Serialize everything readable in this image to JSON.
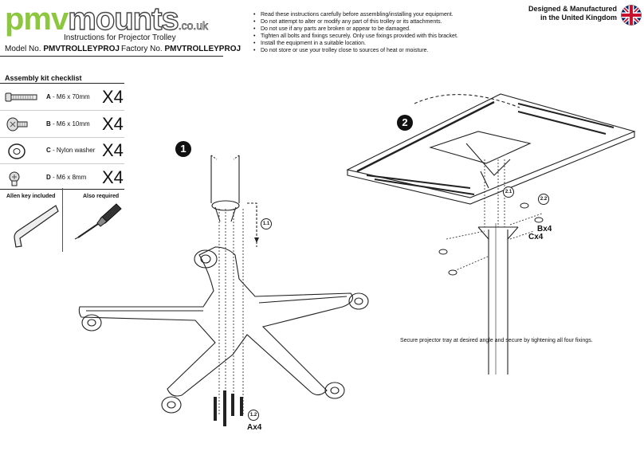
{
  "header": {
    "logo": {
      "pmv": "pmv",
      "mounts": "mounts",
      "tld": ".co.uk"
    },
    "subtitle": "Instructions for Projector Trolley",
    "model_label": "Model No.",
    "model_value": "PMVTROLLEYPROJ",
    "factory_label": "Factory No.",
    "factory_value": "PMVTROLLEYPROJ",
    "made_line1": "Designed & Manufactured",
    "made_line2": "in the United Kingdom",
    "flag_icon": "union-jack-flag-icon"
  },
  "notes": [
    "Read these instructions carefully before assembling/installing your equipment.",
    "Do not attempt to alter or modify any part of this trolley or its attachments.",
    "Do not use if any parts are broken or appear to be damaged.",
    "Tighten all bolts and fixings securely. Only use fixings provided with this bracket.",
    "Install the equipment in a suitable location.",
    "Do not store or use your trolley close to sources of heat or moisture."
  ],
  "kit": {
    "title": "Assembly kit checklist",
    "items": [
      {
        "code": "A",
        "desc": " - M6 x 70mm",
        "qty": "X4",
        "icon": "long-bolt-icon"
      },
      {
        "code": "B",
        "desc": " - M6 x 10mm",
        "qty": "X4",
        "icon": "short-bolt-icon"
      },
      {
        "code": "C",
        "desc": " - Nylon washer",
        "qty": "X4",
        "icon": "washer-icon"
      },
      {
        "code": "D",
        "desc": " - M6 x 8mm",
        "qty": "X4",
        "icon": "small-bolt-icon"
      }
    ],
    "allen_key": "Allen key included",
    "also_required": "Also required"
  },
  "step1": {
    "number": "1",
    "sub1": "1.1",
    "sub2": "1.2",
    "count": "Ax4"
  },
  "step2": {
    "number": "2",
    "sub1": "2.1",
    "sub2": "2.2",
    "count1": "Bx4",
    "count2": "Cx4",
    "caption": "Secure projector tray at desired angle and secure by tightening all four fixings."
  },
  "colors": {
    "logo_green": "#8dc63f",
    "ink": "#111111"
  }
}
